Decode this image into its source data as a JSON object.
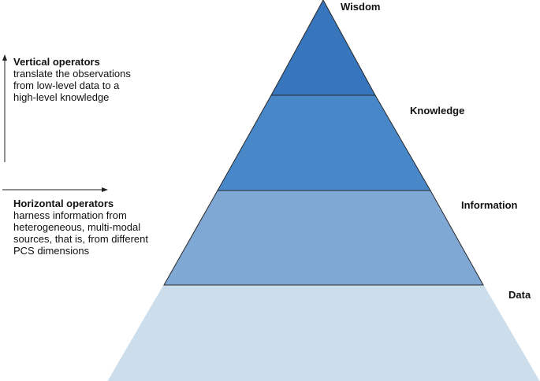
{
  "pyramid": {
    "levels": [
      {
        "name": "Wisdom",
        "color": "#3775bd"
      },
      {
        "name": "Knowledge",
        "color": "#4888c8"
      },
      {
        "name": "Information",
        "color": "#80a8d4"
      },
      {
        "name": "Data",
        "color": "#ccddec"
      }
    ]
  },
  "operators": {
    "vertical": {
      "title": "Vertical operators",
      "lines": [
        "translate the observations",
        "from low-level data to a",
        "high-level knowledge"
      ]
    },
    "horizontal": {
      "title": "Horizontal operators",
      "lines": [
        "harness information from",
        "heterogeneous, multi-modal",
        "sources, that is, from different",
        "PCS dimensions"
      ]
    }
  }
}
